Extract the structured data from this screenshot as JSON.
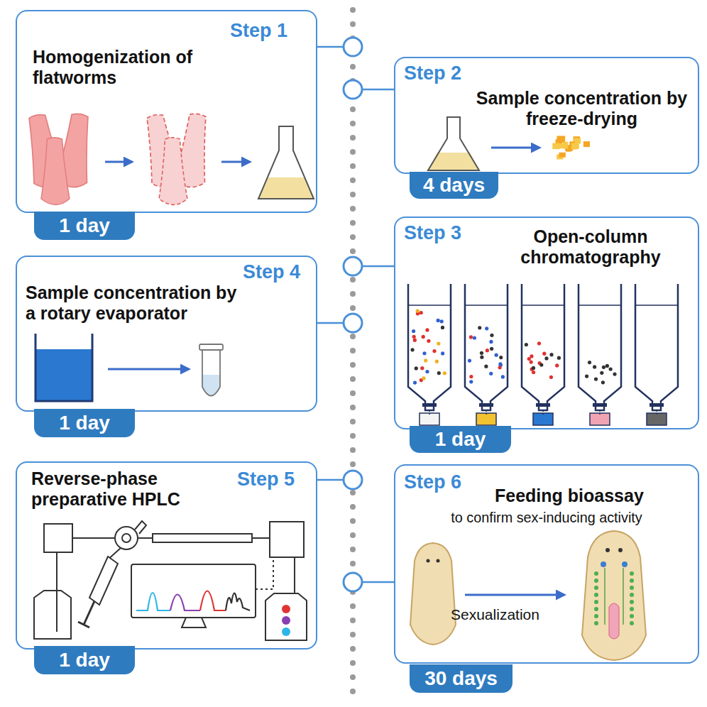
{
  "diagram": {
    "nodes": [
      {
        "text": [
          "Step 1",
          "Homogenization of flatworms"
        ]
      },
      {
        "text": [
          "1 day"
        ],
        "in": 0
      },
      {
        "text": [
          "Step 2",
          "Sample concentration by freeze-drying"
        ]
      },
      {
        "text": [
          "4 days"
        ],
        "in": 2
      },
      {
        "text": [
          "Step 3",
          "Open-column chromatography"
        ]
      },
      {
        "text": [
          "1 day"
        ],
        "in": 4
      },
      {
        "text": [
          "Step 4",
          "Sample concentration by a rotary evaporator"
        ]
      },
      {
        "text": [
          "1 day"
        ],
        "in": 6
      },
      {
        "text": [
          "Step 5",
          "Reverse-phase preparative HPLC"
        ]
      },
      {
        "text": [
          "1 day"
        ],
        "in": 8
      },
      {
        "text": [
          "Step 6",
          "Feeding bioassay",
          "to confirm sex-inducing activity",
          "Sexualization"
        ]
      },
      {
        "text": [
          "30 days"
        ],
        "in": 10
      }
    ]
  }
}
